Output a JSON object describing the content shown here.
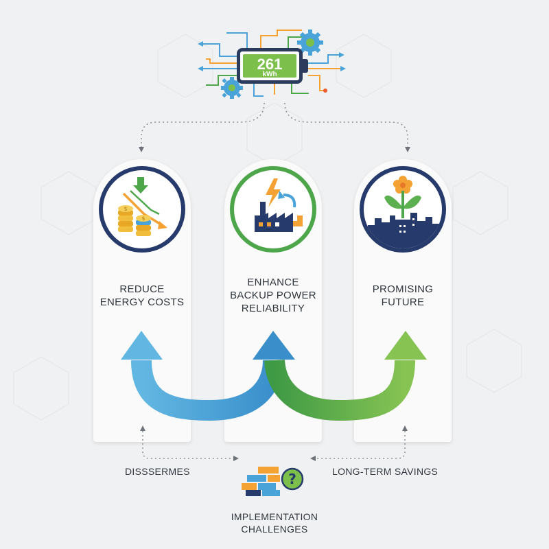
{
  "battery": {
    "value": "261",
    "unit": "kWh"
  },
  "cards": [
    {
      "line1": "REDUCE",
      "line2": "ENERGY COSTS",
      "line3": "",
      "icon": "coins-cost-down-icon"
    },
    {
      "line1": "ENHANCE",
      "line2": "BACKUP POWER",
      "line3": "RELIABILITY",
      "icon": "factory-lightning-icon"
    },
    {
      "line1": "PROMISING",
      "line2": "FUTURE",
      "line3": "",
      "icon": "city-flower-icon"
    }
  ],
  "bottom": {
    "left_label": "DISSSERMES",
    "right_label": "LONG-TERM SAVINGS",
    "center_line1": "IMPLEMENTATION",
    "center_line2": "CHALLENGES",
    "center_icon": "blocks-question-icon"
  },
  "colors": {
    "navy": "#263a6b",
    "green": "#4ea64b",
    "blue": "#4aa3d8",
    "orange": "#f4a234",
    "battery_green": "#7cc04b"
  }
}
